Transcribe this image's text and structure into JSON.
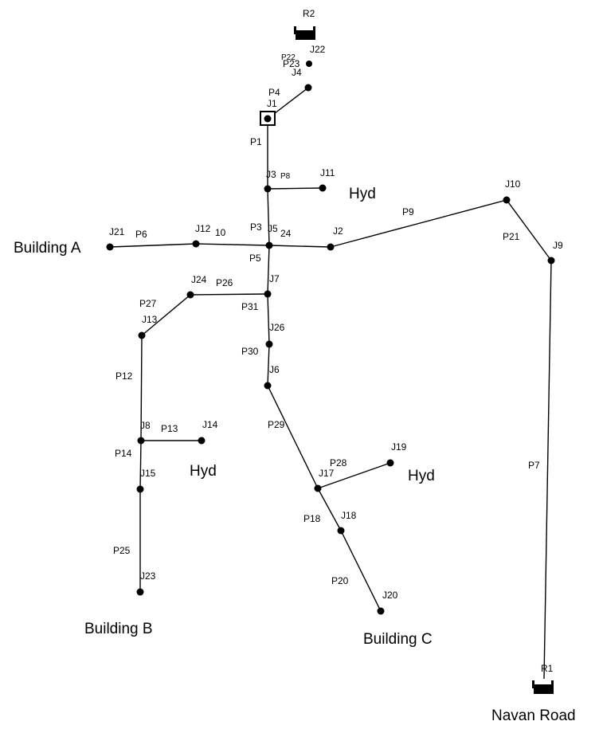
{
  "network": {
    "reservoirs": [
      {
        "id": "R2",
        "label": "R2",
        "description": ""
      },
      {
        "id": "R1",
        "label": "R1",
        "description": "Navan Road"
      }
    ],
    "tank_label": "J1",
    "junction_labels": {
      "J22": "J22",
      "J4": "J4",
      "J1": "J1",
      "J3": "J3",
      "J11": "J11",
      "J10": "J10",
      "J21": "J21",
      "J12": "J12",
      "J5": "J5",
      "J2": "J2",
      "J9": "J9",
      "J7": "J7",
      "J24": "J24",
      "J13": "J13",
      "J26": "J26",
      "J6": "J6",
      "J8": "J8",
      "J14": "J14",
      "J15": "J15",
      "J17": "J17",
      "J19": "J19",
      "J18": "J18",
      "J23": "J23",
      "J20": "J20"
    },
    "pipe_labels": {
      "P23": "P23",
      "P22": "P22",
      "P4": "P4",
      "P1": "P1",
      "P8": "P8",
      "P9": "P9",
      "P6": "P6",
      "P10": "10",
      "P3": "P3",
      "P24": "24",
      "P21": "P21",
      "P5": "P5",
      "P27": "P27",
      "P26": "P26",
      "P31": "P31",
      "P30": "P30",
      "P12": "P12",
      "P13": "P13",
      "P29": "P29",
      "P14": "P14",
      "P28": "P28",
      "P7": "P7",
      "P18": "P18",
      "P25": "P25",
      "P20": "P20"
    },
    "annotations": {
      "building_a": "Building A",
      "building_b": "Building B",
      "building_c": "Building C",
      "hyd_1": "Hyd",
      "hyd_2": "Hyd",
      "hyd_3": "Hyd",
      "navan_road": "Navan Road"
    }
  }
}
